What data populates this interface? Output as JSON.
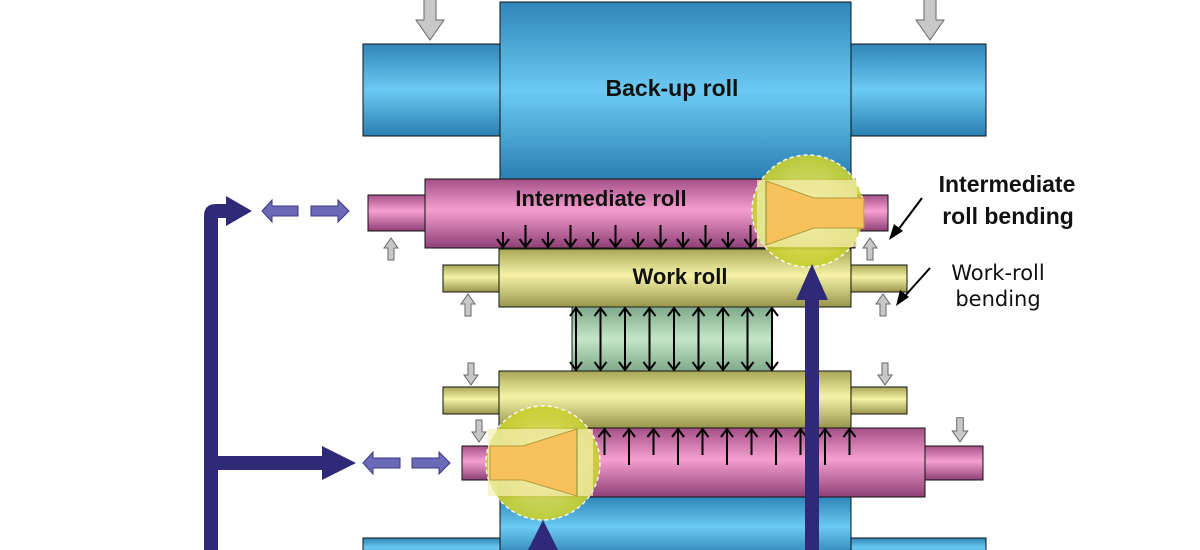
{
  "labels": {
    "backup_roll": "Back-up roll",
    "intermediate_roll": "Intermediate roll",
    "work_roll": "Work roll",
    "intermediate_bending_line1": "Intermediate",
    "intermediate_bending_line2": "roll bending",
    "work_bending_line1": "Work-roll",
    "work_bending_line2": "bending"
  },
  "colors": {
    "backup_roll": "#4fb7e6",
    "intermediate_roll": "#e98cc0",
    "work_roll": "#eeeb9c",
    "strip": "#b6dbb8",
    "shift_arrow": "#2e2a78",
    "dashed_arrow": "#6a6ab8",
    "highlight_circle": "#d6dc3c",
    "taper": "#f7c15c"
  },
  "icons": [
    "gray-load-arrow",
    "shift-arrow",
    "bending-arrow"
  ]
}
